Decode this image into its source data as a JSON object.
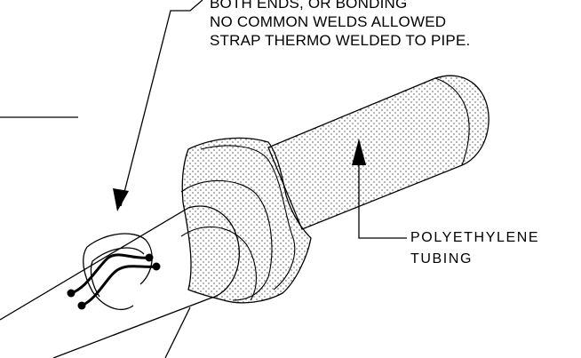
{
  "note": {
    "lines": [
      "BOTH ENDS, OR BONDING",
      "NO COMMON WELDS ALLOWED",
      "STRAP THERMO WELDED TO PIPE."
    ]
  },
  "tubing_label": {
    "lines": [
      "POLYETHYLENE",
      "TUBING"
    ]
  },
  "colors": {
    "ink": "#000000",
    "background": "#ffffff",
    "stipple": "#000000"
  }
}
